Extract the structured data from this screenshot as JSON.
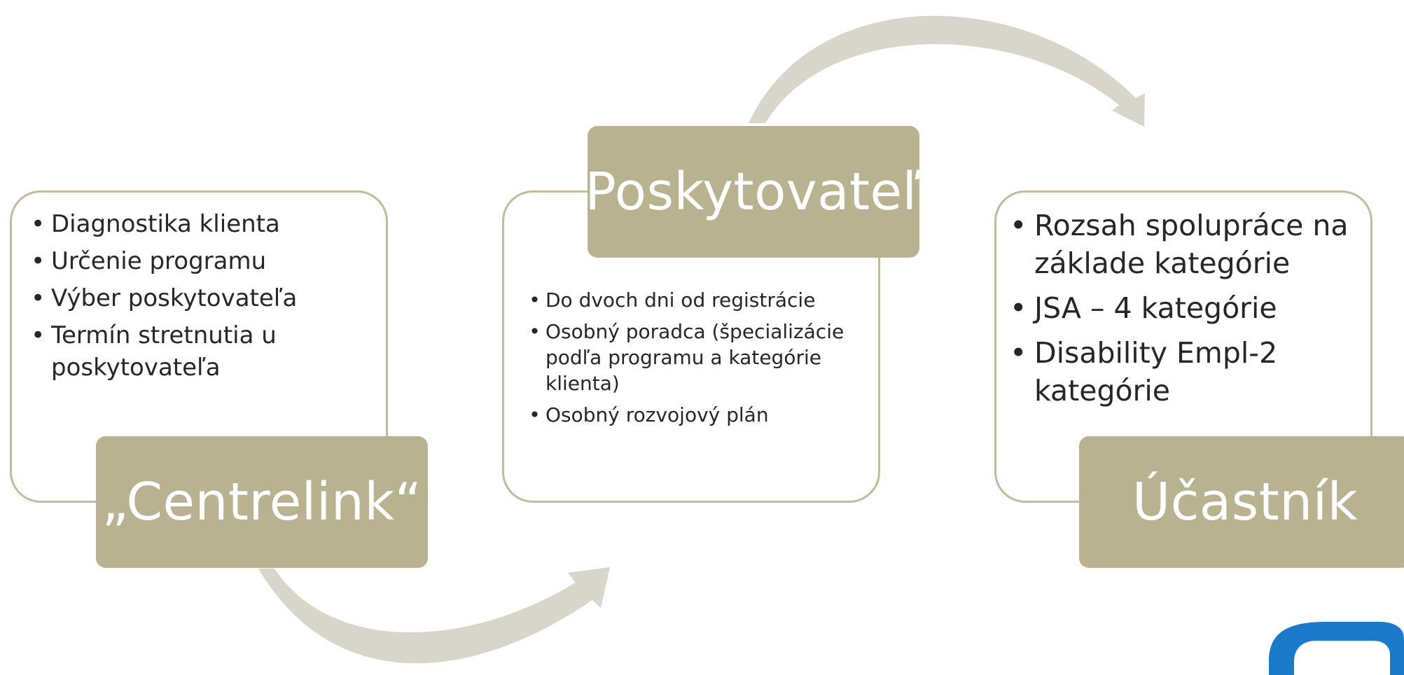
{
  "steps": [
    {
      "title": "„Centrelink“",
      "bullets": [
        "Diagnostika klienta",
        "Určenie programu",
        "Výber poskytovateľa",
        "Termín stretnutia u poskytovateľa"
      ]
    },
    {
      "title": "Poskytovateľ",
      "bullets": [
        "Do dvoch dni od registrácie",
        "Osobný poradca (špecializácie podľa programu a kategórie klienta)",
        "Osobný rozvojový plán"
      ]
    },
    {
      "title": "Účastník",
      "bullets": [
        "Rozsah spolupráce na základe kategórie",
        "JSA – 4 kategórie",
        "Disability Empl-2 kategórie"
      ]
    }
  ],
  "colors": {
    "label_fill": "#b8b290",
    "panel_border": "#c3bb9d",
    "arrow_fill": "#d8d6cb",
    "logo_blue": "#1a7ac9"
  }
}
